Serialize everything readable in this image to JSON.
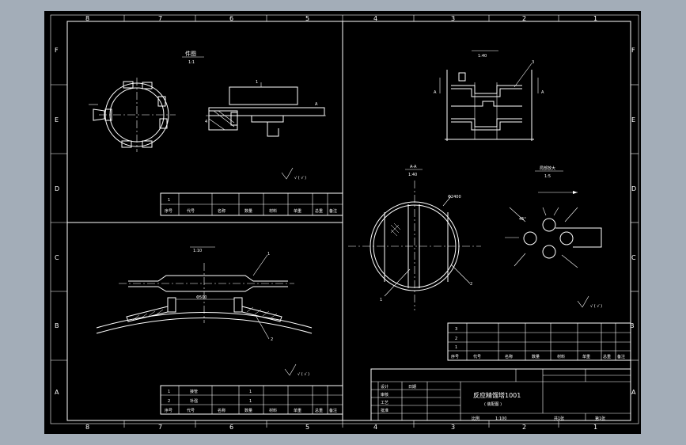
{
  "colors": {
    "background": "#a3adb8",
    "sheet": "#000000",
    "line": "#ffffff"
  },
  "frame": {
    "top_numbers": [
      "8",
      "7",
      "6",
      "5",
      "4",
      "3",
      "2",
      "1"
    ],
    "bottom_numbers": [
      "8",
      "7",
      "6",
      "5",
      "4",
      "3",
      "2",
      "1"
    ],
    "side_letters": [
      "F",
      "E",
      "D",
      "C",
      "B",
      "A"
    ]
  },
  "views": {
    "top_left_title": "件图",
    "top_left_scale": "1:1",
    "nozzle_scale": "1:10",
    "section_title": "A-A",
    "section_scale": "1:40",
    "section_diameter": "Φ2400",
    "arrangement_scale": "1:40",
    "detail_title": "局部放大",
    "detail_scale": "1:5",
    "nozzle_dimension": "Φ500",
    "roughness": "√ ( √ )"
  },
  "parts_table_topleft": {
    "rows": [
      [
        "1",
        "",
        "",
        "",
        "",
        "",
        "",
        ""
      ],
      [
        "序号",
        "代号",
        "名称",
        "数量",
        "材料",
        "单重",
        "总重",
        "备注"
      ]
    ]
  },
  "parts_table_bottomleft": {
    "rows": [
      [
        "1",
        "接管",
        "",
        "1",
        "",
        "",
        "",
        ""
      ],
      [
        "2",
        "补强",
        "",
        "1",
        "",
        "",
        "",
        ""
      ],
      [
        "序号",
        "代号",
        "名称",
        "数量",
        "材料",
        "单重",
        "总重",
        "备注"
      ]
    ]
  },
  "parts_table_right": {
    "rows": [
      [
        "3",
        "",
        "",
        "",
        "",
        "",
        "",
        ""
      ],
      [
        "2",
        "",
        "",
        "",
        "",
        "",
        "",
        ""
      ],
      [
        "1",
        "",
        "",
        "",
        "",
        "",
        "",
        ""
      ],
      [
        "序号",
        "代号",
        "名称",
        "数量",
        "材料",
        "单重",
        "总重",
        "备注"
      ]
    ]
  },
  "title_block": {
    "drawing_name": "反应精馏塔1001",
    "subtitle": "( 装配图 )",
    "labels": [
      "设计",
      "审核",
      "工艺",
      "批准",
      "日期"
    ],
    "scale_label": "比例",
    "scale_value": "1:100",
    "sheet_label": "共1张",
    "sheet_no": "第1张"
  }
}
